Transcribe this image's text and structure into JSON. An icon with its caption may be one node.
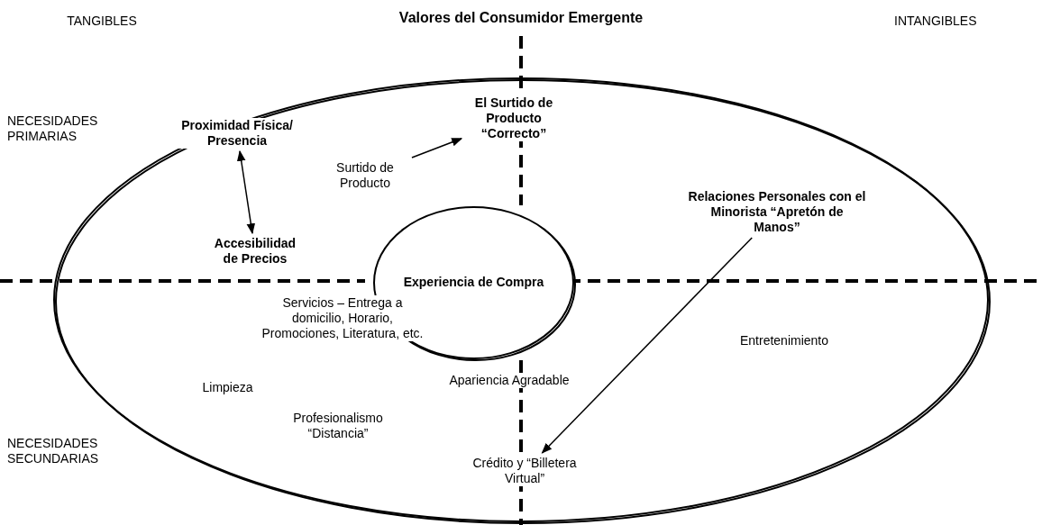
{
  "diagram": {
    "title": "Valores del Consumidor Emergente",
    "nodes": [
      {
        "text": [],
        "shape": "ellipse"
      },
      {
        "text": [
          "Proximidad Física/ Presencia"
        ],
        "in": 0
      },
      {
        "text": [
          "Accesibilidad de Precios"
        ],
        "in": 0
      },
      {
        "text": [
          "Surtido de Producto"
        ],
        "in": 0
      },
      {
        "text": [
          "El Surtido de Producto “Correcto”"
        ],
        "in": 0
      },
      {
        "text": [
          "Relaciones Personales con el Minorista “Apretón de Manos”"
        ],
        "in": 0
      },
      {
        "text": [
          "Crédito y “Billetera Virtual”"
        ],
        "in": 0
      },
      {
        "text": [
          "Experiencia de Compra"
        ],
        "in": 0
      }
    ],
    "edges": [
      {
        "from": 1,
        "to": 2,
        "arrow": "both"
      },
      {
        "from": 3,
        "to": 4,
        "arrow": "to"
      },
      {
        "from": 5,
        "to": 6,
        "arrow": "to"
      }
    ],
    "labels": [
      "TANGIBLES",
      "INTANGIBLES",
      "NECESIDADES PRIMARIAS",
      "Servicios – Entrega a domicilio, Horario, Promociones, Literatura, etc.",
      "Entretenimiento",
      "Limpieza",
      "Apariencia Agradable",
      "Profesionalismo “Distancia”",
      "NECESIDADES SECUNDARIAS"
    ]
  }
}
